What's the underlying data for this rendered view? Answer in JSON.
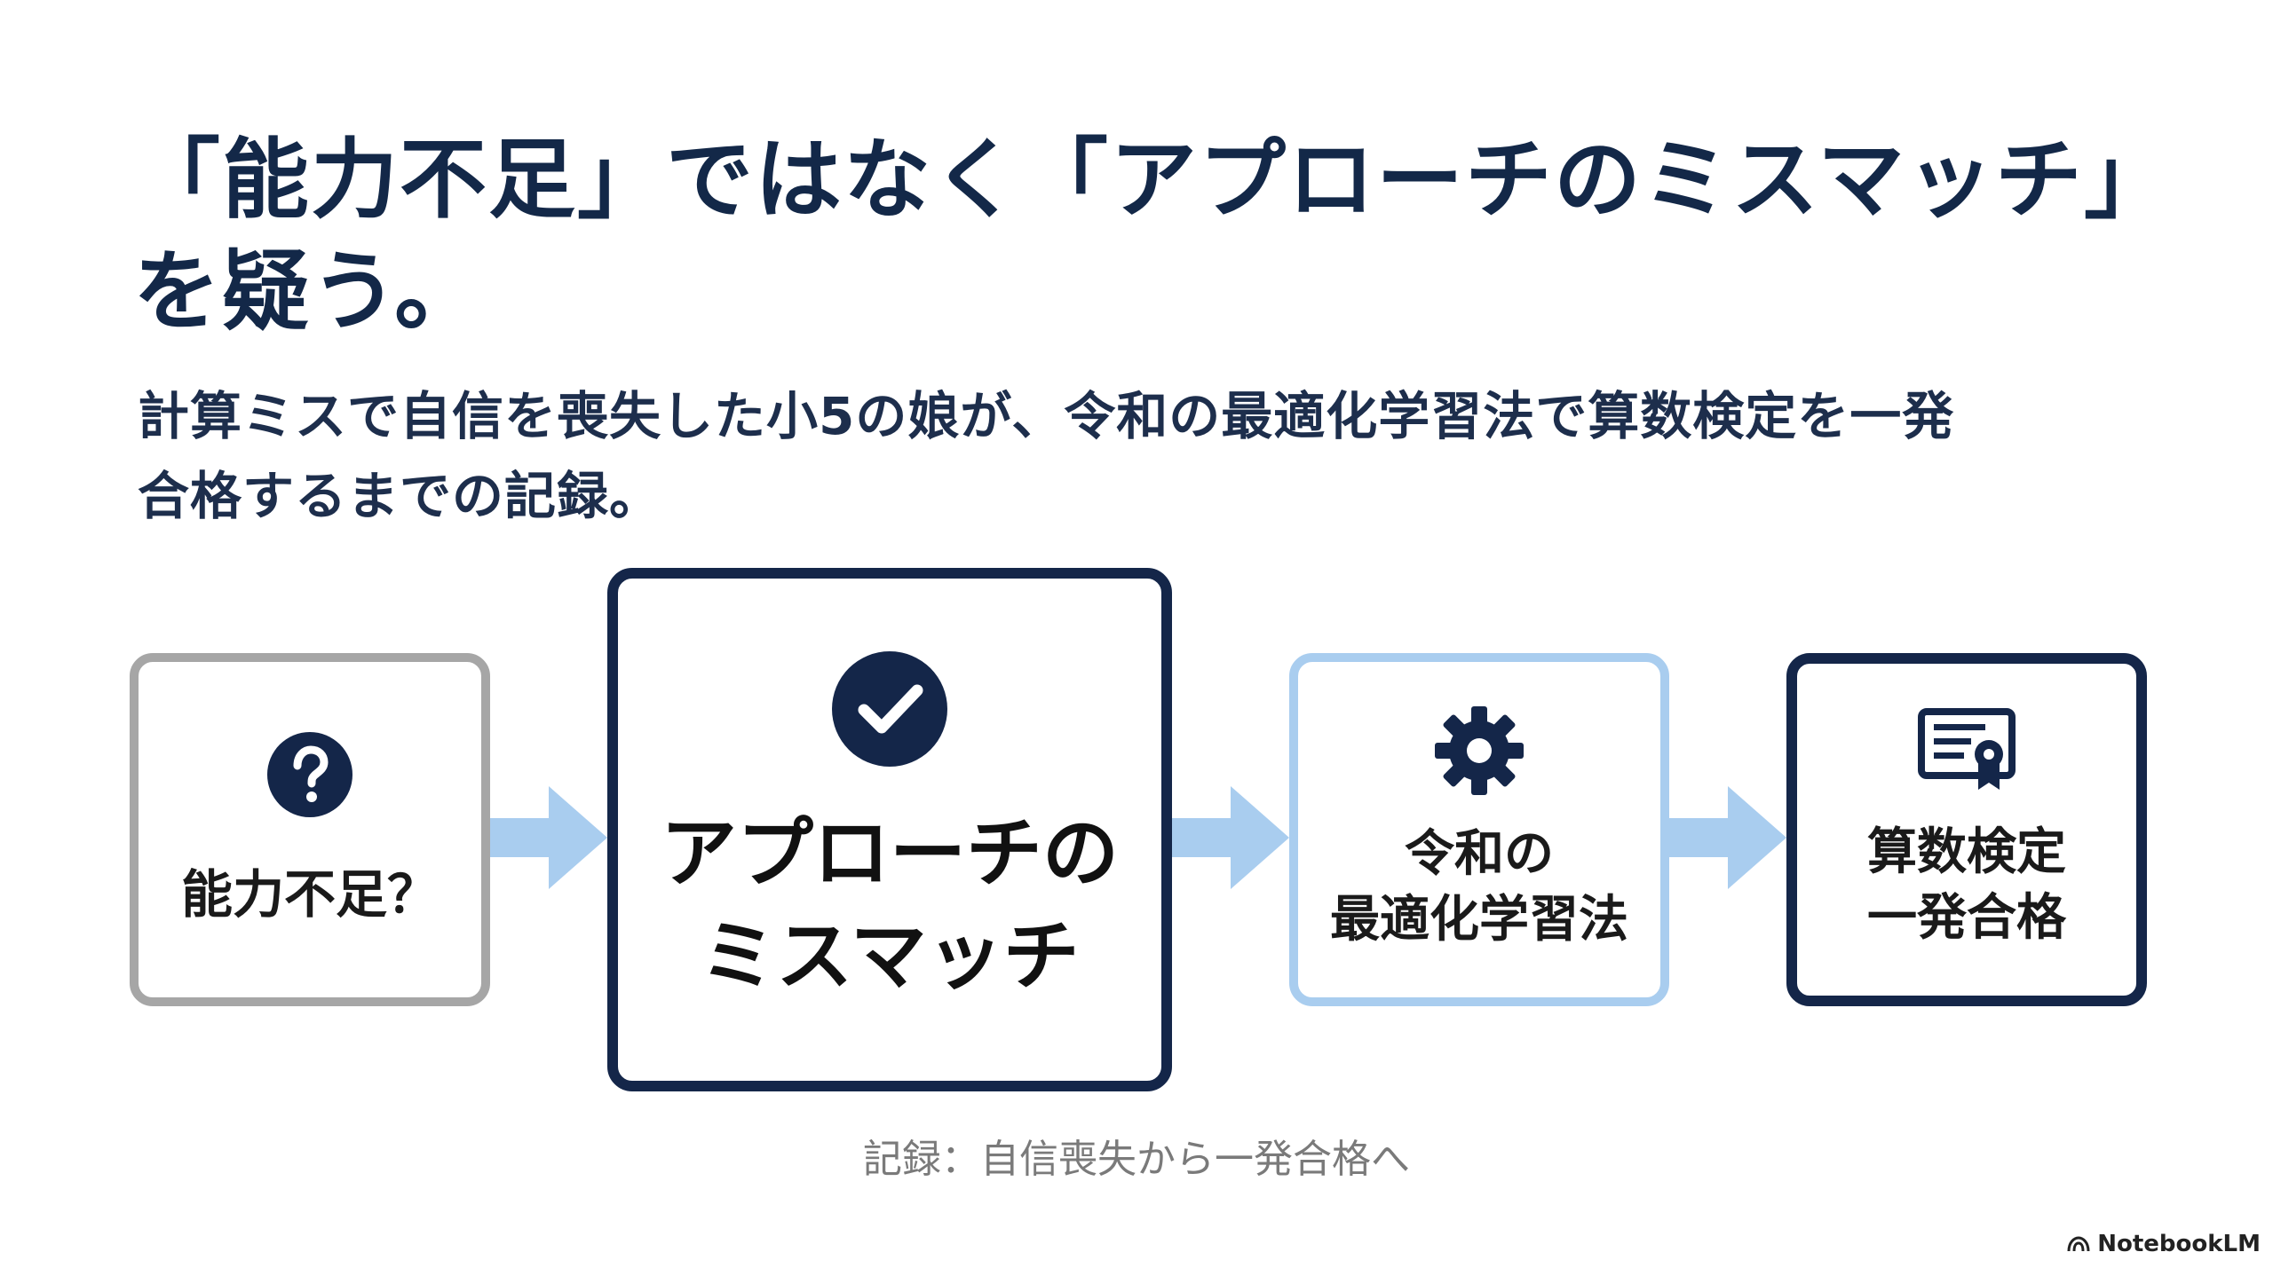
{
  "title": {
    "line1": "「能力不足」ではなく「アプローチのミスマッチ」",
    "line2": "を疑う。"
  },
  "subtitle": {
    "line1": "計算ミスで自信を喪失した小5の娘が、令和の最適化学習法で算数検定を一発",
    "line2": "合格するまでの記録。"
  },
  "flow": {
    "step1": {
      "label": "能力不足？",
      "icon": "question-circle-icon"
    },
    "step2": {
      "line1": "アプローチの",
      "line2": "ミスマッチ",
      "icon": "check-circle-icon"
    },
    "step3": {
      "line1": "令和の",
      "line2": "最適化学習法",
      "icon": "gear-icon"
    },
    "step4": {
      "line1": "算数検定",
      "line2": "一発合格",
      "icon": "certificate-icon"
    }
  },
  "caption": "記録：自信喪失から一発合格へ",
  "brand": "NotebookLM",
  "colors": {
    "navy": "#142649",
    "gray_border": "#a6a6a6",
    "light_blue_border": "#a9cdef",
    "arrow": "#a9cdef"
  }
}
